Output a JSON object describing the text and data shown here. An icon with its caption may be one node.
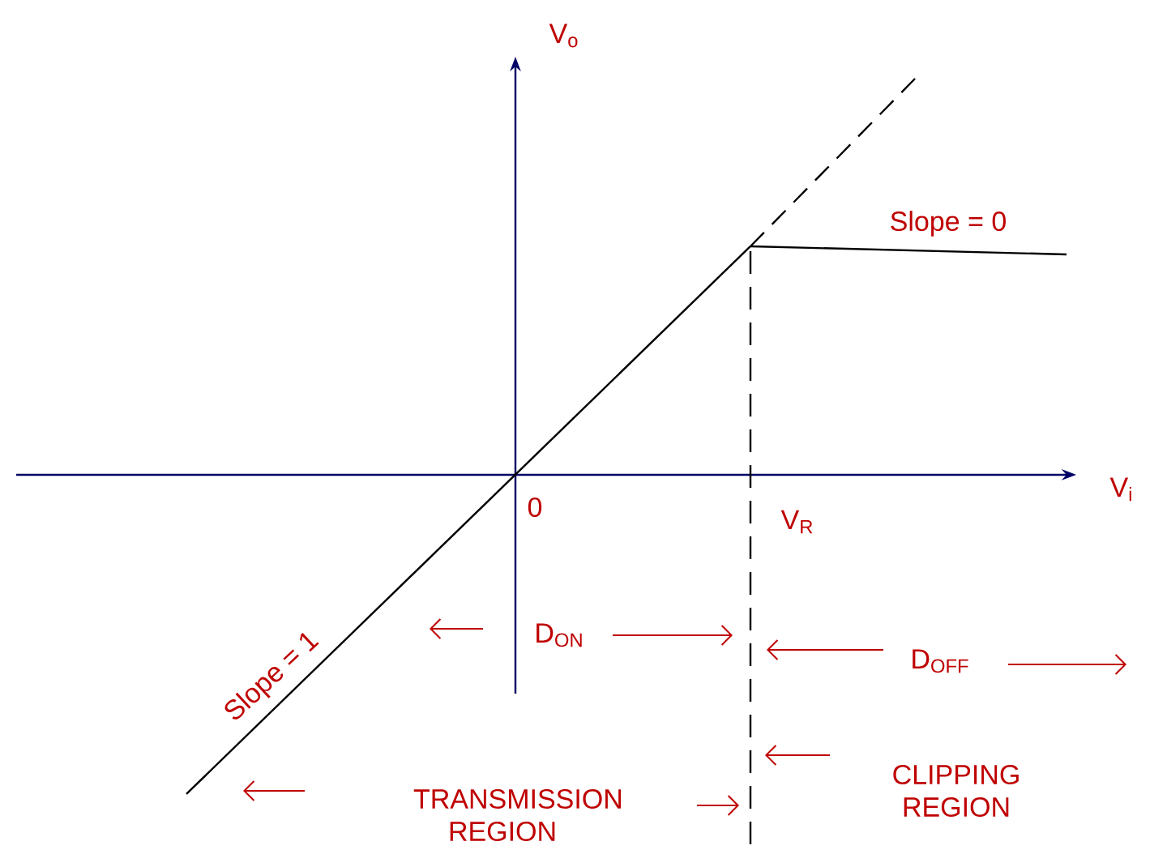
{
  "diagram": {
    "labels": [
      "V$_{o}$",
      "V$_{i}$",
      "Slope = 0",
      "0",
      "V$_{R}$",
      "Slope = 1",
      "D$_{ON}$",
      "D$_{OFF}$",
      "CLIPPING REGION",
      "TRANSMISSION REGION"
    ]
  }
}
